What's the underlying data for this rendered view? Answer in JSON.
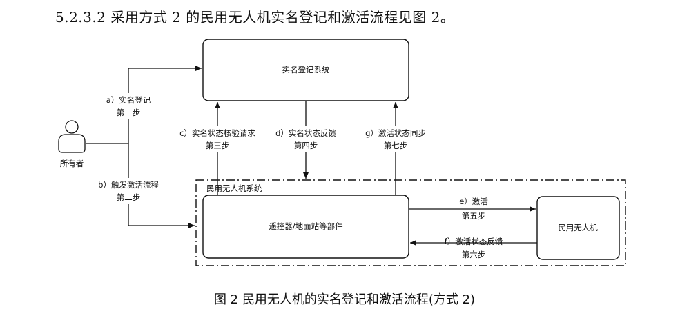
{
  "heading": "5.2.3.2 采用方式 2 的民用无人机实名登记和激活流程见图 2。",
  "caption": "图 2   民用无人机的实名登记和激活流程(方式 2)",
  "nodes": {
    "registration_system": "实名登记系统",
    "owner": "所有者",
    "civil_uav_system": "民用无人机系统",
    "controller": "遥控器/地面站等部件",
    "uav": "民用无人机"
  },
  "flows": [
    {
      "line1": "a）实名登记",
      "line2": "第一步"
    },
    {
      "line1": "b）触发激活流程",
      "line2": "第二步"
    },
    {
      "line1": "c）实名状态核验请求",
      "line2": "第三步"
    },
    {
      "line1": "d）实名状态反馈",
      "line2": "第四步"
    },
    {
      "line1": "e）激活",
      "line2": "第五步"
    },
    {
      "line1": "f）激活状态反馈",
      "line2": "第六步"
    },
    {
      "line1": "g）激活状态同步",
      "line2": "第七步"
    }
  ]
}
